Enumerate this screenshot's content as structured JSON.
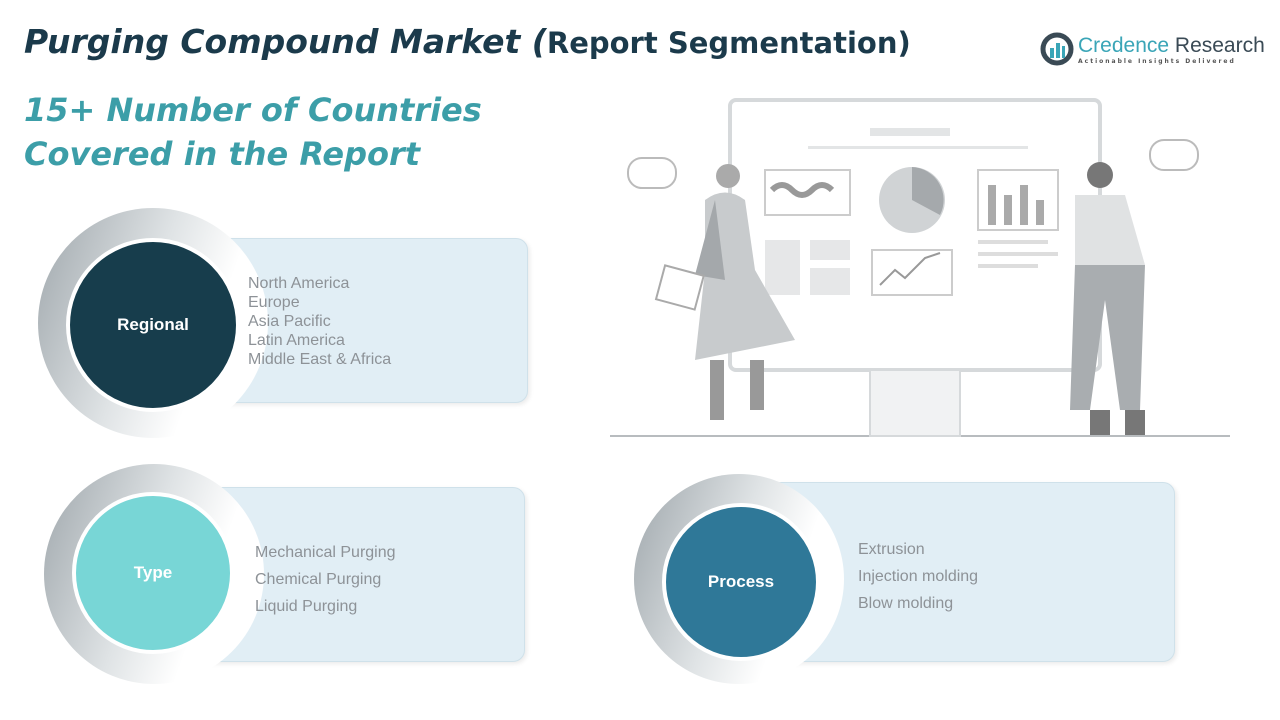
{
  "header": {
    "title_main": "Purging Compound Market (",
    "title_paren": "Report Segmentation)",
    "subtitle_line1": "15+ Number of Countries",
    "subtitle_line2": "Covered in the Report"
  },
  "logo": {
    "name_part1": "Credence",
    "name_part2": "Research",
    "tagline": "Actionable Insights Delivered"
  },
  "segments": [
    {
      "label": "Regional",
      "color": "#173d4c",
      "items": [
        "North America",
        "Europe",
        "Asia Pacific",
        "Latin America",
        "Middle East & Africa"
      ]
    },
    {
      "label": "Type",
      "color": "#78d6d6",
      "items": [
        "Mechanical Purging",
        "Chemical Purging",
        "Liquid Purging"
      ]
    },
    {
      "label": "Process",
      "color": "#2f7898",
      "items": [
        "Extrusion",
        "Injection molding",
        "Blow molding"
      ]
    }
  ]
}
